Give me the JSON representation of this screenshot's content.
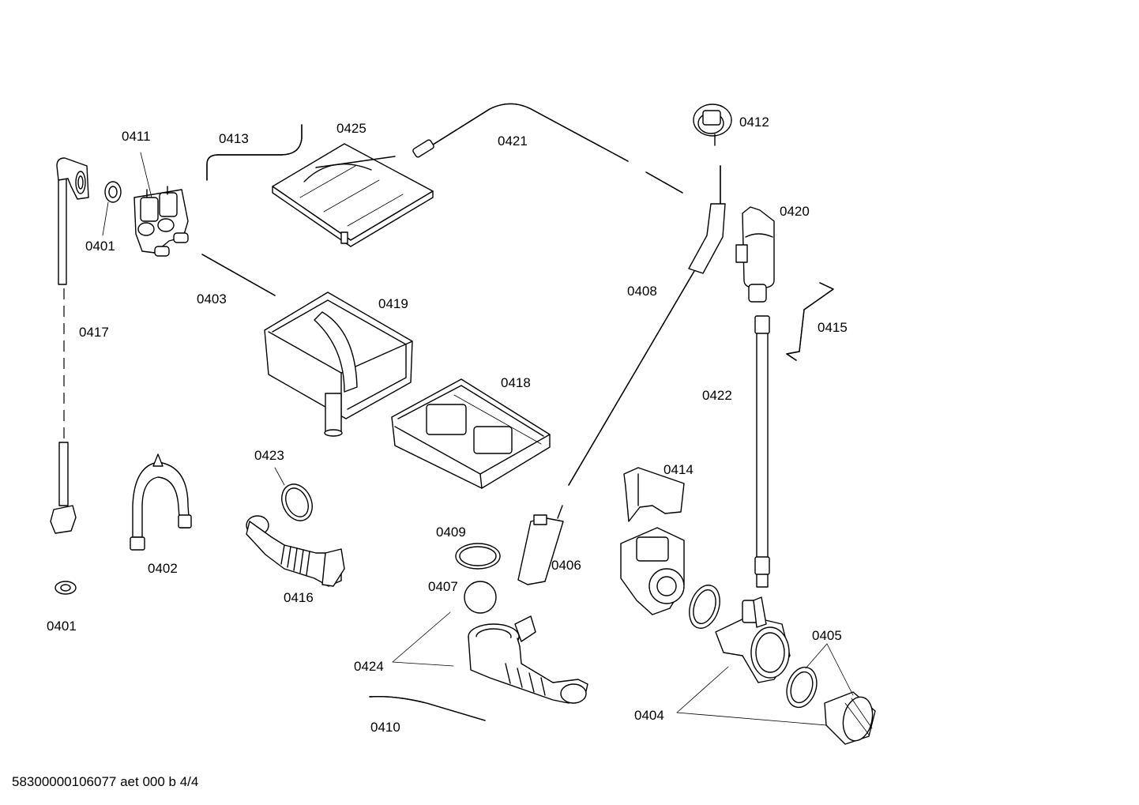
{
  "labels": {
    "p0401a": "0401",
    "p0401b": "0401",
    "p0402": "0402",
    "p0403": "0403",
    "p0404": "0404",
    "p0405": "0405",
    "p0406": "0406",
    "p0407": "0407",
    "p0408": "0408",
    "p0409": "0409",
    "p0410": "0410",
    "p0411": "0411",
    "p0412": "0412",
    "p0413": "0413",
    "p0414": "0414",
    "p0415": "0415",
    "p0416": "0416",
    "p0417": "0417",
    "p0418": "0418",
    "p0419": "0419",
    "p0420": "0420",
    "p0421": "0421",
    "p0422": "0422",
    "p0423": "0423",
    "p0424": "0424",
    "p0425": "0425"
  },
  "footer": {
    "drawing_code": "58300000106077 aet 000 b 4/4"
  }
}
